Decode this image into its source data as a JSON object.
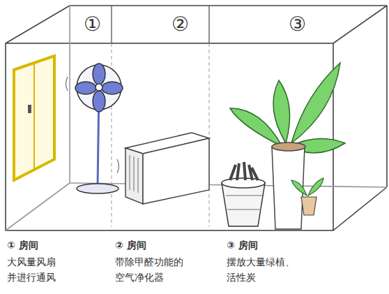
{
  "diagram": {
    "labels": [
      "①",
      "②",
      "③",
      "① 房间",
      "大风量风扇 并进行通风",
      "② 房间",
      "带除甲醛功能的 空气净化器",
      "③ 房间",
      "摆放大量绿植、 活性炭"
    ]
  }
}
